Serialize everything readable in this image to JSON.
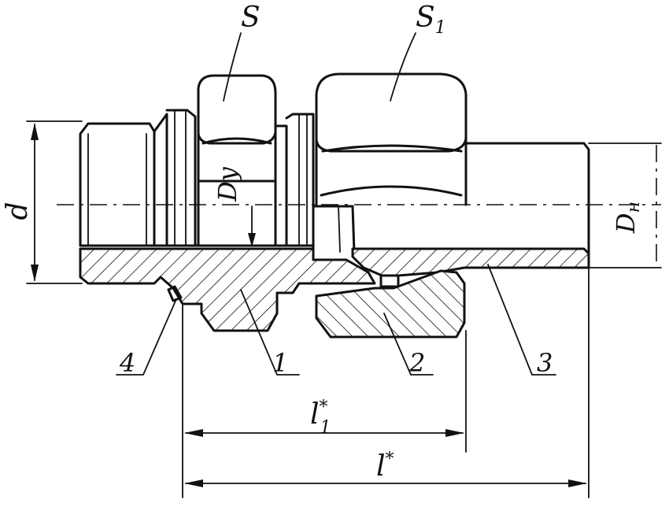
{
  "labels": {
    "wrench_size_nut1": "S",
    "wrench_size_nut2": "S",
    "wrench_size_nut2_subscript": "1",
    "diameter_d": "d",
    "nominal_bore": "Dy",
    "pipe_diameter": "D",
    "pipe_diameter_subscript": "н",
    "part_1": "1",
    "part_2": "2",
    "part_3": "3",
    "part_4": "4",
    "length_l1": "l",
    "length_l1_subscript": "1",
    "length_l1_mark": "*",
    "length_l": "l",
    "length_l_mark": "*"
  }
}
